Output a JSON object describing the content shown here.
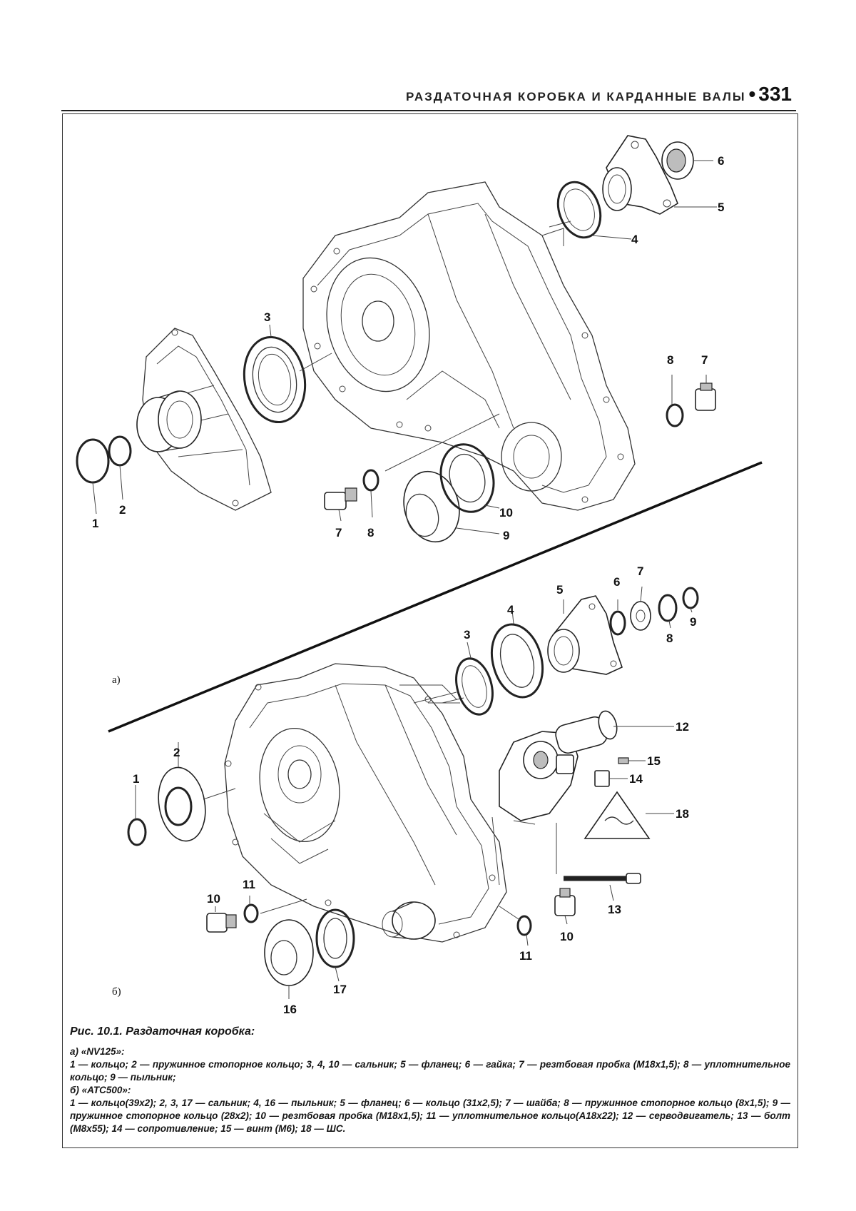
{
  "header": {
    "title": "РАЗДАТОЧНАЯ КОРОБКА И КАРДАННЫЕ ВАЛЫ",
    "separator": "•",
    "page_number": "331"
  },
  "figure": {
    "panel_a_label": "а)",
    "panel_b_label": "б)",
    "callouts_a": [
      "1",
      "2",
      "3",
      "4",
      "5",
      "6",
      "7",
      "8",
      "7",
      "8",
      "9",
      "10"
    ],
    "callouts_b": [
      "1",
      "2",
      "3",
      "4",
      "5",
      "6",
      "7",
      "8",
      "9",
      "10",
      "11",
      "10",
      "11",
      "12",
      "13",
      "14",
      "15",
      "16",
      "17",
      "18"
    ]
  },
  "caption": {
    "title": "Рис. 10.1. Раздаточная коробка:",
    "a_heading": "а) «NV125»:",
    "a_text": "1 — кольцо; 2 — пружинное стопорное кольцо; 3, 4, 10 — сальник; 5 — фланец; 6 — гайка; 7 — резтбовая пробка (M18x1,5); 8 — уплотнительное кольцо; 9 — пыльник;",
    "b_heading": "б) «ATC500»:",
    "b_text": "1 — кольцо(39x2); 2, 3, 17 — сальник; 4, 16 — пыльник; 5 — фланец; 6 — кольцо (31x2,5); 7 — шайба; 8 — пружинное стопорное кольцо (8x1,5); 9 — пружинное стопорное кольцо (28x2); 10 — резтбовая пробка (M18x1,5); 11 — уплотнительное кольцо(A18x22); 12 — серводвигатель; 13 — болт (M8x55); 14 — сопротивление; 15 — винт (M6); 18 — ШС."
  }
}
